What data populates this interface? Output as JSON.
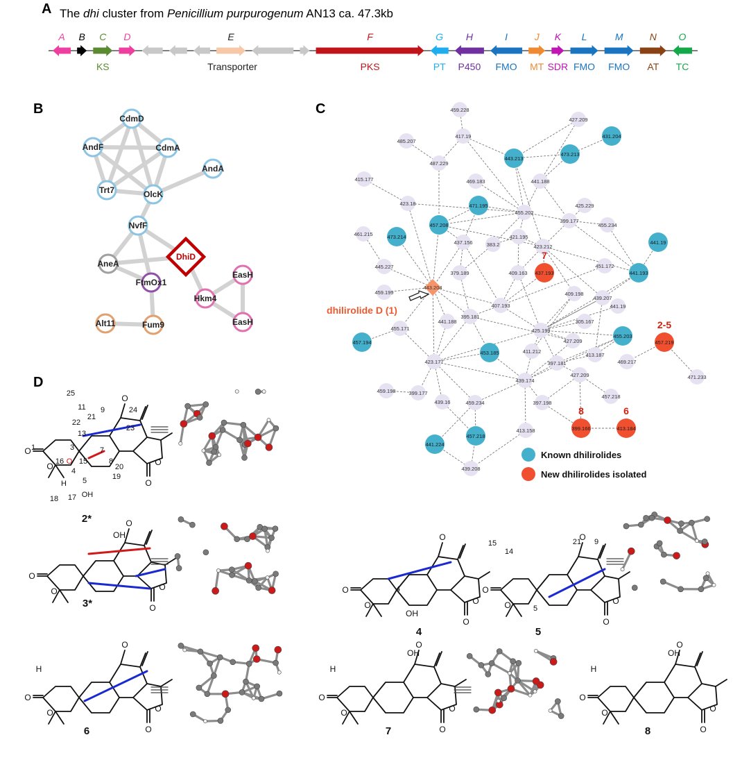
{
  "panelA": {
    "letter": "A",
    "title_pre": "The ",
    "title_gene": "dhi",
    "title_mid": " cluster from ",
    "title_species": "Penicillium purpurogenum",
    "title_post": " AN13 ca. 47.3kb",
    "genes": [
      {
        "letter": "A",
        "dir": "left",
        "w": 26,
        "color": "#ee3fa0",
        "label": "",
        "labelColor": "#ee3fa0"
      },
      {
        "letter": "B",
        "dir": "right",
        "w": 14,
        "color": "#000000",
        "label": "",
        "labelColor": "#000000"
      },
      {
        "letter": "C",
        "dir": "right",
        "w": 28,
        "color": "#5a8a32",
        "label": "KS",
        "labelColor": "#5a8a32"
      },
      {
        "letter": "D",
        "dir": "right",
        "w": 24,
        "color": "#ee3fa0",
        "label": "",
        "labelColor": "#ee3fa0"
      },
      {
        "letter": "",
        "dir": "left",
        "w": 30,
        "color": "#c8c8c8",
        "label": "",
        "labelColor": "#000"
      },
      {
        "letter": "",
        "dir": "left",
        "w": 26,
        "color": "#c8c8c8",
        "label": "",
        "labelColor": "#000"
      },
      {
        "letter": "",
        "dir": "left",
        "w": 24,
        "color": "#c8c8c8",
        "label": "",
        "labelColor": "#000"
      },
      {
        "letter": "E",
        "dir": "right",
        "w": 42,
        "color": "#f6c8a8",
        "label": "Transporter",
        "labelColor": "#222222"
      },
      {
        "letter": "",
        "dir": "left",
        "w": 60,
        "color": "#c8c8c8",
        "label": "",
        "labelColor": "#000"
      },
      {
        "letter": "",
        "dir": "right",
        "w": 14,
        "color": "#c8c8c8",
        "label": "",
        "labelColor": "#000"
      },
      {
        "letter": "F",
        "dir": "right",
        "w": 156,
        "color": "#c0141a",
        "label": "PKS",
        "labelColor": "#c0141a"
      },
      {
        "letter": "G",
        "dir": "left",
        "w": 26,
        "color": "#1eaef0",
        "label": "PT",
        "labelColor": "#1eaef0"
      },
      {
        "letter": "H",
        "dir": "left",
        "w": 42,
        "color": "#7030a0",
        "label": "P450",
        "labelColor": "#7030a0"
      },
      {
        "letter": "I",
        "dir": "left",
        "w": 46,
        "color": "#1a74c0",
        "label": "FMO",
        "labelColor": "#1a74c0"
      },
      {
        "letter": "J",
        "dir": "right",
        "w": 24,
        "color": "#ee8a32",
        "label": "MT",
        "labelColor": "#ee8a32"
      },
      {
        "letter": "K",
        "dir": "right",
        "w": 18,
        "color": "#c014b4",
        "label": "SDR",
        "labelColor": "#c014b4"
      },
      {
        "letter": "L",
        "dir": "right",
        "w": 40,
        "color": "#1a74c0",
        "label": "FMO",
        "labelColor": "#1a74c0"
      },
      {
        "letter": "M",
        "dir": "right",
        "w": 42,
        "color": "#1a74c0",
        "label": "FMO",
        "labelColor": "#1a74c0"
      },
      {
        "letter": "N",
        "dir": "right",
        "w": 38,
        "color": "#8a4214",
        "label": "AT",
        "labelColor": "#8a4214"
      },
      {
        "letter": "O",
        "dir": "left",
        "w": 28,
        "color": "#14a84a",
        "label": "TC",
        "labelColor": "#14a84a"
      }
    ]
  },
  "panelB": {
    "letter": "B",
    "nodes": [
      {
        "id": "CdmD",
        "label": "CdmD",
        "color": "#8cc4e4"
      },
      {
        "id": "AndF",
        "label": "AndF",
        "color": "#8cc4e4"
      },
      {
        "id": "CdmA",
        "label": "CdmA",
        "color": "#8cc4e4"
      },
      {
        "id": "Trt7",
        "label": "Trt7",
        "color": "#8cc4e4"
      },
      {
        "id": "OlcK",
        "label": "OlcK",
        "color": "#8cc4e4"
      },
      {
        "id": "AndA",
        "label": "AndA",
        "color": "#8cc4e4"
      },
      {
        "id": "NvfF",
        "label": "NvfF",
        "color": "#8cc4e4"
      },
      {
        "id": "DhiD",
        "label": "DhiD",
        "color": "#c00000"
      },
      {
        "id": "AneA",
        "label": "AneA",
        "color": "#a0a0a0"
      },
      {
        "id": "FtmOx1",
        "label": "FtmOx1",
        "color": "#9050a8"
      },
      {
        "id": "EasH1",
        "label": "EasH",
        "color": "#e070b0"
      },
      {
        "id": "Hkm4",
        "label": "Hkm4",
        "color": "#e070b0"
      },
      {
        "id": "EasH2",
        "label": "EasH",
        "color": "#e070b0"
      },
      {
        "id": "Alt11",
        "label": "Alt11",
        "color": "#e0a070"
      },
      {
        "id": "Fum9",
        "label": "Fum9",
        "color": "#e0a070"
      }
    ],
    "edges": [
      [
        "CdmD",
        "AndF"
      ],
      [
        "CdmD",
        "CdmA"
      ],
      [
        "CdmD",
        "Trt7"
      ],
      [
        "CdmD",
        "OlcK"
      ],
      [
        "AndF",
        "CdmA"
      ],
      [
        "AndF",
        "Trt7"
      ],
      [
        "AndF",
        "OlcK"
      ],
      [
        "CdmA",
        "Trt7"
      ],
      [
        "CdmA",
        "OlcK"
      ],
      [
        "Trt7",
        "OlcK"
      ],
      [
        "OlcK",
        "AndA"
      ],
      [
        "OlcK",
        "NvfF"
      ],
      [
        "NvfF",
        "DhiD"
      ],
      [
        "NvfF",
        "AneA"
      ],
      [
        "NvfF",
        "FtmOx1"
      ],
      [
        "AneA",
        "DhiD"
      ],
      [
        "AneA",
        "FtmOx1"
      ],
      [
        "DhiD",
        "Hkm4"
      ],
      [
        "Hkm4",
        "EasH1"
      ],
      [
        "Hkm4",
        "EasH2"
      ],
      [
        "EasH1",
        "EasH2"
      ],
      [
        "FtmOx1",
        "Fum9"
      ],
      [
        "Alt11",
        "Fum9"
      ]
    ]
  },
  "panelC": {
    "letter": "C",
    "nodes": [
      {
        "id": "n1",
        "label": "459.228",
        "type": "other"
      },
      {
        "id": "n2",
        "label": "427.209",
        "type": "other"
      },
      {
        "id": "n3",
        "label": "417.19",
        "type": "other"
      },
      {
        "id": "n4",
        "label": "485.207",
        "type": "other"
      },
      {
        "id": "n5",
        "label": "443.213",
        "type": "known"
      },
      {
        "id": "n6",
        "label": "473.213",
        "type": "known"
      },
      {
        "id": "n7",
        "label": "431.204",
        "type": "known"
      },
      {
        "id": "n8",
        "label": "487.229",
        "type": "other"
      },
      {
        "id": "n9",
        "label": "415.177",
        "type": "other"
      },
      {
        "id": "n10",
        "label": "469.183",
        "type": "other"
      },
      {
        "id": "n11",
        "label": "441.188",
        "type": "other"
      },
      {
        "id": "n12",
        "label": "423.18",
        "type": "other"
      },
      {
        "id": "n13",
        "label": "471.195",
        "type": "known"
      },
      {
        "id": "n14",
        "label": "455.202",
        "type": "other"
      },
      {
        "id": "n15",
        "label": "425.229",
        "type": "other"
      },
      {
        "id": "n16",
        "label": "399.177",
        "type": "other"
      },
      {
        "id": "n17",
        "label": "457.208",
        "type": "known"
      },
      {
        "id": "n18",
        "label": "461.215",
        "type": "other"
      },
      {
        "id": "n19",
        "label": "473.214",
        "type": "known"
      },
      {
        "id": "n20",
        "label": "437.156",
        "type": "other"
      },
      {
        "id": "n21",
        "label": "383.2",
        "type": "other"
      },
      {
        "id": "n22",
        "label": "421.195",
        "type": "other"
      },
      {
        "id": "n23",
        "label": "423.212",
        "type": "other"
      },
      {
        "id": "n24",
        "label": "455.234",
        "type": "other"
      },
      {
        "id": "n25",
        "label": "441.19",
        "type": "known"
      },
      {
        "id": "n26",
        "label": "445.227",
        "type": "other"
      },
      {
        "id": "n27",
        "label": "379.189",
        "type": "other"
      },
      {
        "id": "n28",
        "label": "409.163",
        "type": "other"
      },
      {
        "id": "n29",
        "label": "437.193",
        "type": "new",
        "tag": "7"
      },
      {
        "id": "n30",
        "label": "451.172",
        "type": "other"
      },
      {
        "id": "n31",
        "label": "441.193",
        "type": "known"
      },
      {
        "id": "n32",
        "label": "459.199",
        "type": "other"
      },
      {
        "id": "n33",
        "label": "443.204",
        "type": "dhi"
      },
      {
        "id": "n34",
        "label": "409.198",
        "type": "other"
      },
      {
        "id": "n35",
        "label": "439.207",
        "type": "other"
      },
      {
        "id": "n36",
        "label": "407.193",
        "type": "other"
      },
      {
        "id": "n37",
        "label": "395.181",
        "type": "other"
      },
      {
        "id": "n38",
        "label": "441.188",
        "type": "other"
      },
      {
        "id": "n39",
        "label": "441.19",
        "type": "other"
      },
      {
        "id": "n40",
        "label": "305.167",
        "type": "other"
      },
      {
        "id": "n41",
        "label": "425.199",
        "type": "other"
      },
      {
        "id": "n42",
        "label": "455.171",
        "type": "other"
      },
      {
        "id": "n43",
        "label": "457.194",
        "type": "known"
      },
      {
        "id": "n44",
        "label": "455.203",
        "type": "known"
      },
      {
        "id": "n45",
        "label": "457.219",
        "type": "new",
        "tag": "2-5"
      },
      {
        "id": "n46",
        "label": "427.209",
        "type": "other"
      },
      {
        "id": "n47",
        "label": "411.212",
        "type": "other"
      },
      {
        "id": "n48",
        "label": "453.185",
        "type": "known"
      },
      {
        "id": "n49",
        "label": "413.187",
        "type": "other"
      },
      {
        "id": "n50",
        "label": "469.217",
        "type": "other"
      },
      {
        "id": "n51",
        "label": "423.177",
        "type": "other"
      },
      {
        "id": "n52",
        "label": "397.181",
        "type": "other"
      },
      {
        "id": "n53",
        "label": "471.233",
        "type": "other"
      },
      {
        "id": "n54",
        "label": "439.174",
        "type": "other"
      },
      {
        "id": "n55",
        "label": "427.209",
        "type": "other"
      },
      {
        "id": "n56",
        "label": "459.198",
        "type": "other"
      },
      {
        "id": "n57",
        "label": "399.177",
        "type": "other"
      },
      {
        "id": "n58",
        "label": "439.16",
        "type": "other"
      },
      {
        "id": "n59",
        "label": "459.234",
        "type": "other"
      },
      {
        "id": "n60",
        "label": "457.218",
        "type": "other"
      },
      {
        "id": "n61",
        "label": "397.198",
        "type": "other"
      },
      {
        "id": "n62",
        "label": "399.166",
        "type": "new",
        "tag": "8"
      },
      {
        "id": "n63",
        "label": "413.184",
        "type": "new",
        "tag": "6"
      },
      {
        "id": "n64",
        "label": "441.224",
        "type": "known"
      },
      {
        "id": "n65",
        "label": "457.218",
        "type": "known"
      },
      {
        "id": "n66",
        "label": "413.158",
        "type": "other"
      },
      {
        "id": "n67",
        "label": "439.208",
        "type": "other"
      }
    ],
    "edges": [
      [
        "n1",
        "n3"
      ],
      [
        "n3",
        "n8"
      ],
      [
        "n3",
        "n5"
      ],
      [
        "n3",
        "n14"
      ],
      [
        "n2",
        "n5"
      ],
      [
        "n2",
        "n11"
      ],
      [
        "n7",
        "n6"
      ],
      [
        "n6",
        "n5"
      ],
      [
        "n6",
        "n11"
      ],
      [
        "n4",
        "n8"
      ],
      [
        "n8",
        "n17"
      ],
      [
        "n5",
        "n14"
      ],
      [
        "n5",
        "n23"
      ],
      [
        "n10",
        "n14"
      ],
      [
        "n11",
        "n14"
      ],
      [
        "n11",
        "n16"
      ],
      [
        "n12",
        "n9"
      ],
      [
        "n12",
        "n14"
      ],
      [
        "n12",
        "n33"
      ],
      [
        "n13",
        "n17"
      ],
      [
        "n13",
        "n14"
      ],
      [
        "n13",
        "n20"
      ],
      [
        "n14",
        "n17"
      ],
      [
        "n14",
        "n16"
      ],
      [
        "n14",
        "n21"
      ],
      [
        "n14",
        "n22"
      ],
      [
        "n15",
        "n16"
      ],
      [
        "n16",
        "n23"
      ],
      [
        "n16",
        "n24"
      ],
      [
        "n16",
        "n31"
      ],
      [
        "n17",
        "n33"
      ],
      [
        "n17",
        "n20"
      ],
      [
        "n18",
        "n26"
      ],
      [
        "n19",
        "n33"
      ],
      [
        "n20",
        "n33"
      ],
      [
        "n20",
        "n27"
      ],
      [
        "n21",
        "n27"
      ],
      [
        "n21",
        "n22"
      ],
      [
        "n22",
        "n23"
      ],
      [
        "n22",
        "n28"
      ],
      [
        "n23",
        "n28"
      ],
      [
        "n23",
        "n29"
      ],
      [
        "n23",
        "n34"
      ],
      [
        "n23",
        "n31"
      ],
      [
        "n23",
        "n35"
      ],
      [
        "n24",
        "n31"
      ],
      [
        "n25",
        "n31"
      ],
      [
        "n26",
        "n33"
      ],
      [
        "n27",
        "n37"
      ],
      [
        "n28",
        "n36"
      ],
      [
        "n28",
        "n41"
      ],
      [
        "n29",
        "n36"
      ],
      [
        "n30",
        "n36"
      ],
      [
        "n31",
        "n35"
      ],
      [
        "n31",
        "n41"
      ],
      [
        "n32",
        "n33"
      ],
      [
        "n33",
        "n38"
      ],
      [
        "n33",
        "n37"
      ],
      [
        "n33",
        "n36"
      ],
      [
        "n33",
        "n51"
      ],
      [
        "n33",
        "n42"
      ],
      [
        "n34",
        "n41"
      ],
      [
        "n34",
        "n47"
      ],
      [
        "n35",
        "n41"
      ],
      [
        "n35",
        "n49"
      ],
      [
        "n36",
        "n37"
      ],
      [
        "n36",
        "n41"
      ],
      [
        "n37",
        "n51"
      ],
      [
        "n37",
        "n48"
      ],
      [
        "n38",
        "n51"
      ],
      [
        "n39",
        "n41"
      ],
      [
        "n40",
        "n41"
      ],
      [
        "n41",
        "n44"
      ],
      [
        "n41",
        "n47"
      ],
      [
        "n41",
        "n52"
      ],
      [
        "n41",
        "n46"
      ],
      [
        "n42",
        "n43"
      ],
      [
        "n42",
        "n51"
      ],
      [
        "n44",
        "n49"
      ],
      [
        "n44",
        "n52"
      ],
      [
        "n45",
        "n50"
      ],
      [
        "n45",
        "n53"
      ],
      [
        "n46",
        "n54"
      ],
      [
        "n47",
        "n54"
      ],
      [
        "n48",
        "n51"
      ],
      [
        "n48",
        "n54"
      ],
      [
        "n49",
        "n52"
      ],
      [
        "n51",
        "n54"
      ],
      [
        "n51",
        "n58"
      ],
      [
        "n51",
        "n59"
      ],
      [
        "n51",
        "n57"
      ],
      [
        "n52",
        "n54"
      ],
      [
        "n52",
        "n55"
      ],
      [
        "n54",
        "n59"
      ],
      [
        "n54",
        "n61"
      ],
      [
        "n54",
        "n66"
      ],
      [
        "n55",
        "n61"
      ],
      [
        "n55",
        "n62"
      ],
      [
        "n56",
        "n57"
      ],
      [
        "n58",
        "n65"
      ],
      [
        "n59",
        "n65"
      ],
      [
        "n59",
        "n64"
      ],
      [
        "n61",
        "n62"
      ],
      [
        "n62",
        "n63"
      ],
      [
        "n64",
        "n67"
      ],
      [
        "n65",
        "n67"
      ],
      [
        "n66",
        "n67"
      ],
      [
        "n60",
        "n55"
      ],
      [
        "n17",
        "n23"
      ],
      [
        "n20",
        "n36"
      ],
      [
        "n41",
        "n35"
      ],
      [
        "n37",
        "n46"
      ],
      [
        "n51",
        "n41"
      ],
      [
        "n54",
        "n44"
      ]
    ],
    "dhi_label": "dhilirolide D (1)",
    "legend": [
      {
        "label": "Known dhilirolides",
        "color": "#45b0cc"
      },
      {
        "label": "New dhilirolides isolated",
        "color": "#f05030"
      }
    ],
    "colors": {
      "other": "#e6e2f2",
      "known": "#45b0cc",
      "new": "#f05030",
      "dhi": "#f5946a"
    }
  },
  "panelD": {
    "letter": "D",
    "compounds": [
      {
        "id": "c2",
        "label": "2*"
      },
      {
        "id": "c3",
        "label": "3*"
      },
      {
        "id": "c4",
        "label": "4"
      },
      {
        "id": "c5",
        "label": "5"
      },
      {
        "id": "c6",
        "label": "6"
      },
      {
        "id": "c7",
        "label": "7"
      },
      {
        "id": "c8",
        "label": "8"
      }
    ],
    "atom_numbers_c2": [
      "25",
      "11",
      "9",
      "24",
      "22",
      "21",
      "23",
      "1",
      "13",
      "3",
      "O",
      "15",
      "7",
      "8",
      "20",
      "16",
      "4",
      "H",
      "5",
      "19",
      "18",
      "17",
      "OH"
    ],
    "atom_numbers_c5": [
      "15",
      "14",
      "21",
      "9",
      "5"
    ],
    "atom_number_c4": "4",
    "other_labels": {
      "oh": "OH",
      "h": "H"
    }
  }
}
